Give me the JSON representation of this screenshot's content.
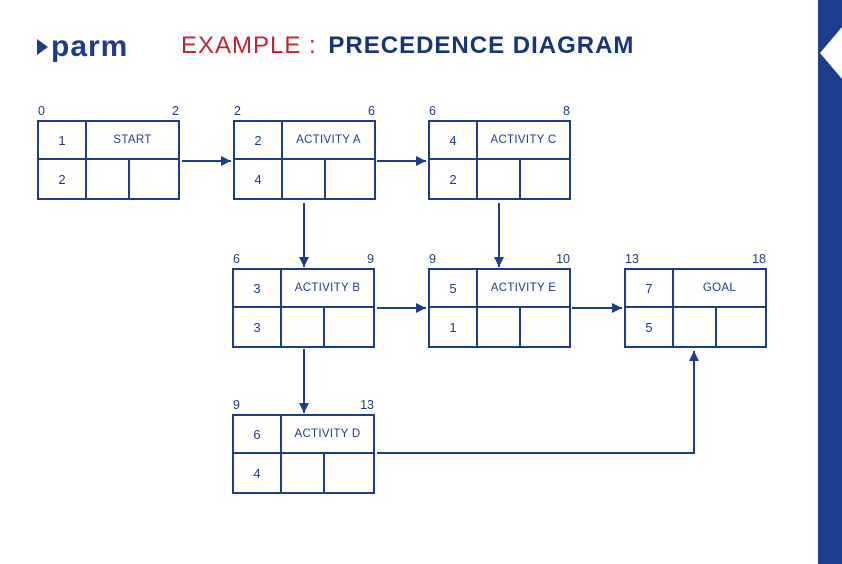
{
  "logo": {
    "text": "parm"
  },
  "title": {
    "red_part": "EXAMPLE :",
    "bold_part": "PRECEDENCE DIAGRAM"
  },
  "icons": {
    "logo_mark": "play-triangle",
    "right_bar_notch": "left-chevron",
    "connector_arrowhead": "filled-triangle"
  },
  "colors": {
    "diagram_navy": "#1e3c8c",
    "title_navy": "#15357e",
    "title_red": "#c2232e",
    "side_bar": "#1d3d8f",
    "background": "#ffffff"
  },
  "nodes": [
    {
      "name": "START",
      "id": "1",
      "duration": "2",
      "early_start": "0",
      "early_finish": "2"
    },
    {
      "name": "ACTIVITY A",
      "id": "2",
      "duration": "4",
      "early_start": "2",
      "early_finish": "6"
    },
    {
      "name": "ACTIVITY C",
      "id": "4",
      "duration": "2",
      "early_start": "6",
      "early_finish": "8"
    },
    {
      "name": "ACTIVITY B",
      "id": "3",
      "duration": "3",
      "early_start": "6",
      "early_finish": "9"
    },
    {
      "name": "ACTIVITY E",
      "id": "5",
      "duration": "1",
      "early_start": "9",
      "early_finish": "10"
    },
    {
      "name": "GOAL",
      "id": "7",
      "duration": "5",
      "early_start": "13",
      "early_finish": "18"
    },
    {
      "name": "ACTIVITY D",
      "id": "6",
      "duration": "4",
      "early_start": "9",
      "early_finish": "13"
    }
  ]
}
